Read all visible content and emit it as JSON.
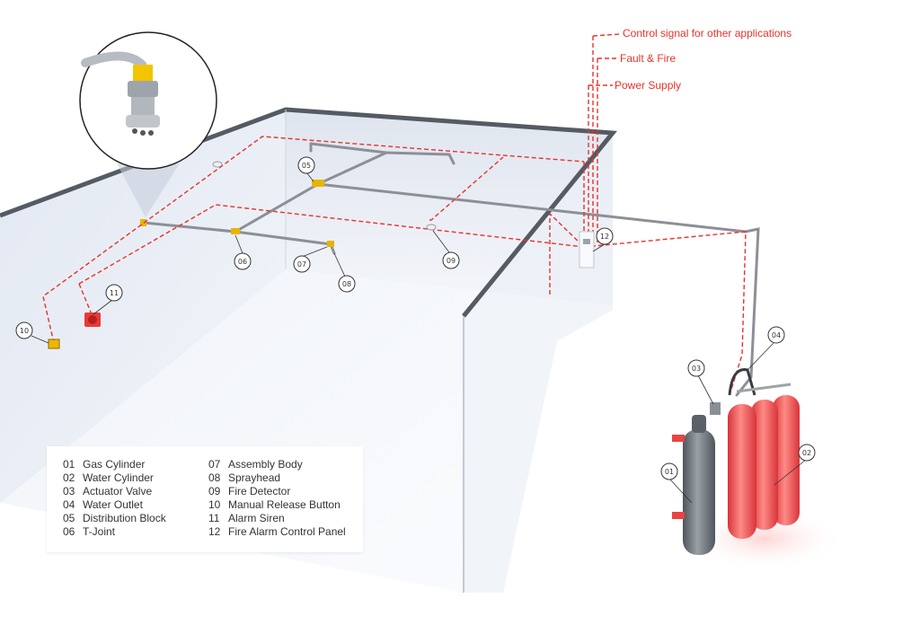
{
  "signals": {
    "control": "Control signal for other applications",
    "fault": "Fault & Fire",
    "power": "Power Supply"
  },
  "legend": {
    "left": [
      {
        "num": "01",
        "label": "Gas Cylinder"
      },
      {
        "num": "02",
        "label": "Water Cylinder"
      },
      {
        "num": "03",
        "label": "Actuator Valve"
      },
      {
        "num": "04",
        "label": "Water Outlet"
      },
      {
        "num": "05",
        "label": "Distribution Block"
      },
      {
        "num": "06",
        "label": "T-Joint"
      }
    ],
    "right": [
      {
        "num": "07",
        "label": "Assembly Body"
      },
      {
        "num": "08",
        "label": "Sprayhead"
      },
      {
        "num": "09",
        "label": "Fire Detector"
      },
      {
        "num": "10",
        "label": "Manual Release Button"
      },
      {
        "num": "11",
        "label": "Alarm Siren"
      },
      {
        "num": "12",
        "label": "Fire Alarm Control Panel"
      }
    ]
  },
  "callouts": [
    "01",
    "02",
    "03",
    "04",
    "05",
    "06",
    "07",
    "08",
    "09",
    "10",
    "11",
    "12"
  ],
  "colors": {
    "signal_red": "#e8322a",
    "pipe": "#8c9096",
    "wall": "#e6ebf3",
    "floor": "#f3f5f9",
    "water_cylinder": "#ef5d5d",
    "gas_cylinder": "#6f757c",
    "fitting": "#e8b400"
  }
}
